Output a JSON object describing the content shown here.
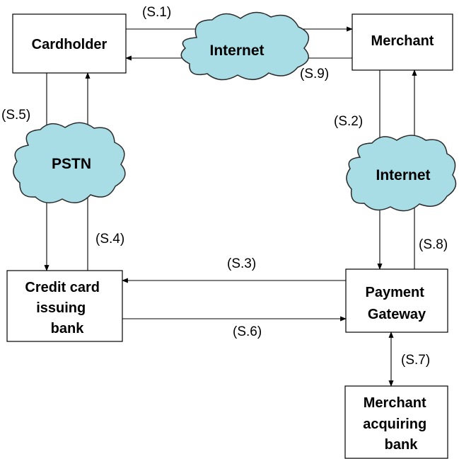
{
  "nodes": {
    "cardholder": "Cardholder",
    "merchant": "Merchant",
    "issuing_bank": [
      "Credit card",
      "issuing",
      "bank"
    ],
    "payment_gateway": [
      "Payment",
      "Gateway"
    ],
    "acquiring_bank": [
      "Merchant",
      "acquiring",
      "bank"
    ]
  },
  "networks": {
    "internet_top": "Internet",
    "pstn": "PSTN",
    "internet_right": "Internet"
  },
  "steps": {
    "s1": "(S.1)",
    "s2": "(S.2)",
    "s3": "(S.3)",
    "s4": "(S.4)",
    "s5": "(S.5)",
    "s6": "(S.6)",
    "s7": "(S.7)",
    "s8": "(S.8)",
    "s9": "(S.9)"
  },
  "colors": {
    "cloud_fill": "#a8dde6",
    "line": "#000000"
  }
}
